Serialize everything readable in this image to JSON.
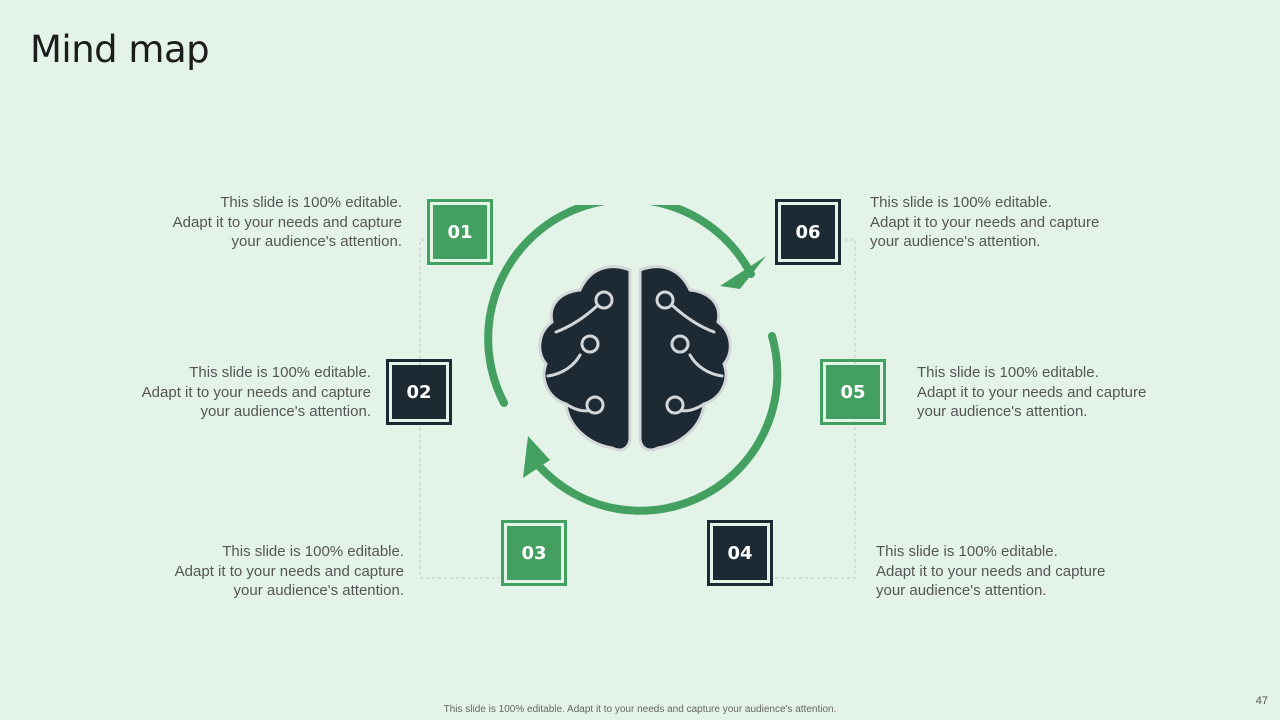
{
  "slide": {
    "title": "Mind map",
    "footer": "This slide is 100% editable.  Adapt it to your needs and capture your audience's attention.",
    "page_number": "47"
  },
  "colors": {
    "background": "#e3f3e8",
    "green": "#43a061",
    "dark": "#1e2a33"
  },
  "center": {
    "icon": "brain-icon",
    "cycle_icon": "cycle-arrows-icon"
  },
  "items": [
    {
      "number": "01",
      "color": "green",
      "lines": [
        "This slide is 100% editable.",
        "Adapt it to your  needs and capture",
        "your audience's attention."
      ]
    },
    {
      "number": "02",
      "color": "dark",
      "lines": [
        "This slide is 100% editable.",
        "Adapt it to your  needs and capture",
        "your audience's attention."
      ]
    },
    {
      "number": "03",
      "color": "green",
      "lines": [
        "This slide is 100% editable.",
        "Adapt it to your  needs and capture",
        "your audience's attention."
      ]
    },
    {
      "number": "04",
      "color": "dark",
      "lines": [
        "This slide is 100% editable.",
        "Adapt it to your  needs and capture",
        "your audience's attention."
      ]
    },
    {
      "number": "05",
      "color": "green",
      "lines": [
        "This slide is 100% editable.",
        "Adapt it to your  needs and capture",
        "your audience's attention."
      ]
    },
    {
      "number": "06",
      "color": "dark",
      "lines": [
        "This slide is 100% editable.",
        "Adapt it to your  needs and capture",
        "your audience's attention."
      ]
    }
  ]
}
